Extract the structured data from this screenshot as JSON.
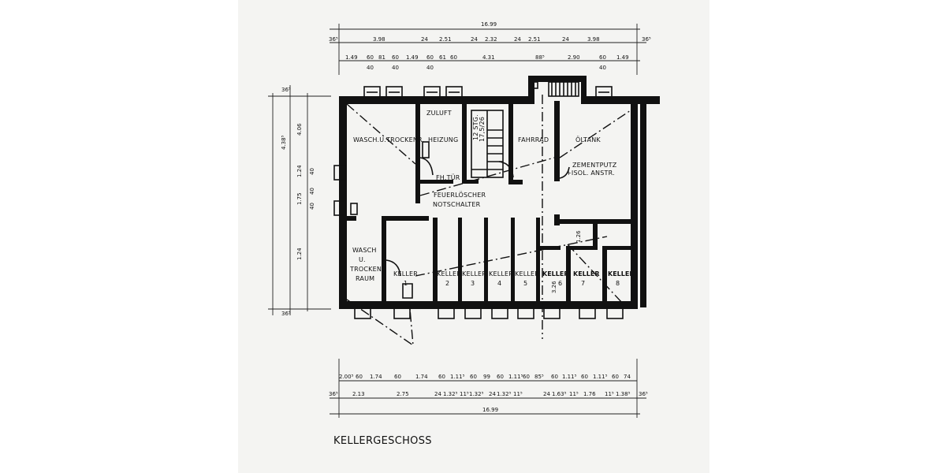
{
  "title": "KELLERGESCHOSS",
  "rooms": {
    "wasch_trocken": "WASCH.U.TROCKENR.",
    "zuluft": "ZULUFT",
    "heizung": "HEIZUNG",
    "stair": "12 STG.",
    "stair_dim": "17,5/26",
    "fahrrad": "FAHRRAD",
    "oeltank": "ÖLTANK",
    "zementputz": "ZEMENTPUTZ",
    "isol": "+ISOL. ANSTR.",
    "fh_tuer": "FH.TÜR",
    "feuerloescher": "FEUERLÖSCHER",
    "notschalter": "NOTSCHALTER",
    "wasch2_line1": "WASCH",
    "wasch2_line2": "U.",
    "wasch2_line3": "TROCKEN-",
    "wasch2_line4": "RAUM",
    "keller": "KELLER",
    "keller_numbers": [
      "1",
      "2",
      "3",
      "4",
      "5",
      "6",
      "7",
      "8"
    ]
  },
  "dims_top": {
    "total": "16.99",
    "row2": [
      "36⁵",
      "3.98",
      "24",
      "2.51",
      "24",
      "2.32",
      "24",
      "2.51",
      "24",
      "3.98",
      "36⁵"
    ],
    "row3": [
      "1.49",
      "60",
      "81",
      "60",
      "1.49",
      "60",
      "61",
      "60",
      "4.31",
      "88⁵",
      "2.90",
      "60",
      "1.49"
    ],
    "row3_sub": [
      "40",
      "40",
      "40",
      "40"
    ]
  },
  "dims_bottom": {
    "total": "16.99",
    "row1": [
      "2.00⁵",
      "60",
      "1.74",
      "60",
      "1.74",
      "60",
      "1.11⁵",
      "60",
      "99",
      "60",
      "1.11⁵",
      "60",
      "85⁵",
      "60",
      "1.11⁵",
      "60",
      "1.11⁵",
      "60",
      "74"
    ],
    "row2": [
      "36⁵",
      "2.13",
      "2.75",
      "24",
      "1.32⁵",
      "11⁵",
      "1.32⁵",
      "24",
      "1.32⁵",
      "11⁵",
      "24",
      "1.63⁵",
      "11⁵",
      "1.76",
      "11⁵",
      "1.38⁵",
      "36⁵"
    ]
  },
  "dims_left": [
    "36⁵",
    "4.06",
    "4.38⁵",
    "1.24",
    "1.75",
    "1.24",
    "40",
    "40",
    "40",
    "36⁵"
  ],
  "dims_inner": [
    "1.26",
    "3.26"
  ]
}
